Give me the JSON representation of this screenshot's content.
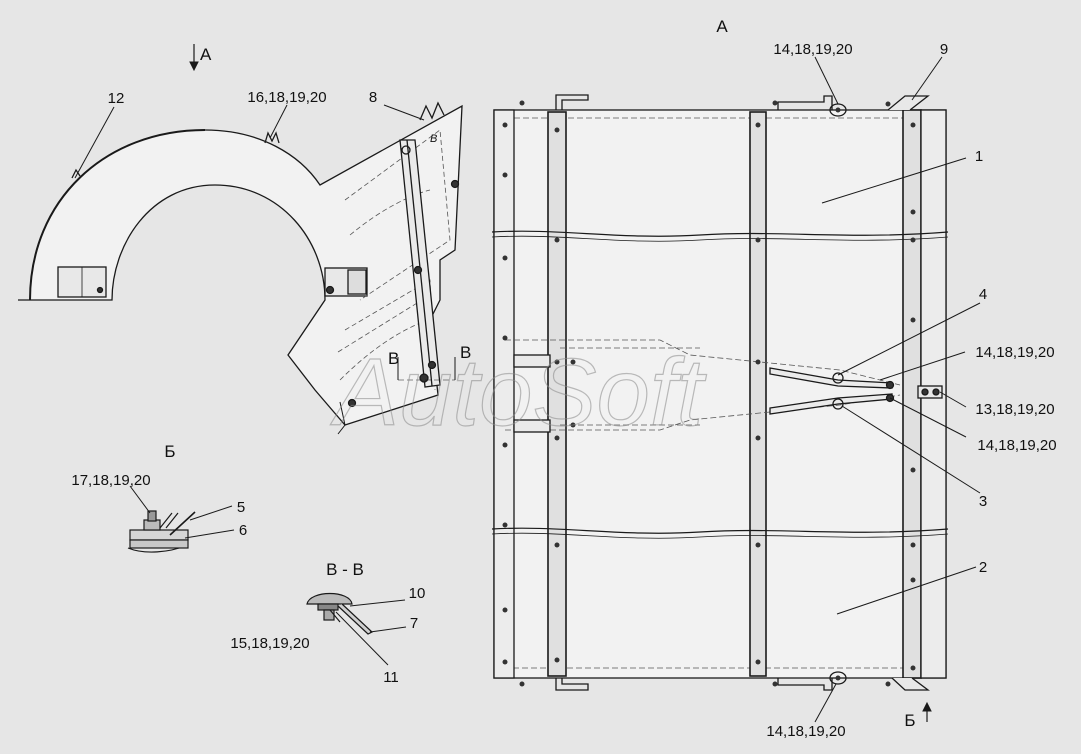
{
  "views": {
    "section_A_top": "А",
    "arrow_A_left": "А",
    "section_B_detail": "Б",
    "section_VV": "В - В",
    "arrow_B_bottom": "Б",
    "cut_V_left": "В",
    "cut_V_right": "В",
    "detail_v_mark": "В"
  },
  "callouts": {
    "c12": "12",
    "c16_18_19_20": "16,18,19,20",
    "c8": "8",
    "c14_top": "14,18,19,20",
    "c9": "9",
    "c1": "1",
    "c4": "4",
    "c14_right_a": "14,18,19,20",
    "c13": "13,18,19,20",
    "c14_right_b": "14,18,19,20",
    "c3": "3",
    "c2": "2",
    "c14_bottom": "14,18,19,20",
    "c17": "17,18,19,20",
    "c5": "5",
    "c6": "6",
    "c10": "10",
    "c7": "7",
    "c15": "15,18,19,20",
    "c11": "11"
  },
  "watermark": "AutoSoft",
  "colors": {
    "background": "#e6e6e6",
    "panel": "#f2f2f2",
    "line": "#1a1a1a"
  }
}
